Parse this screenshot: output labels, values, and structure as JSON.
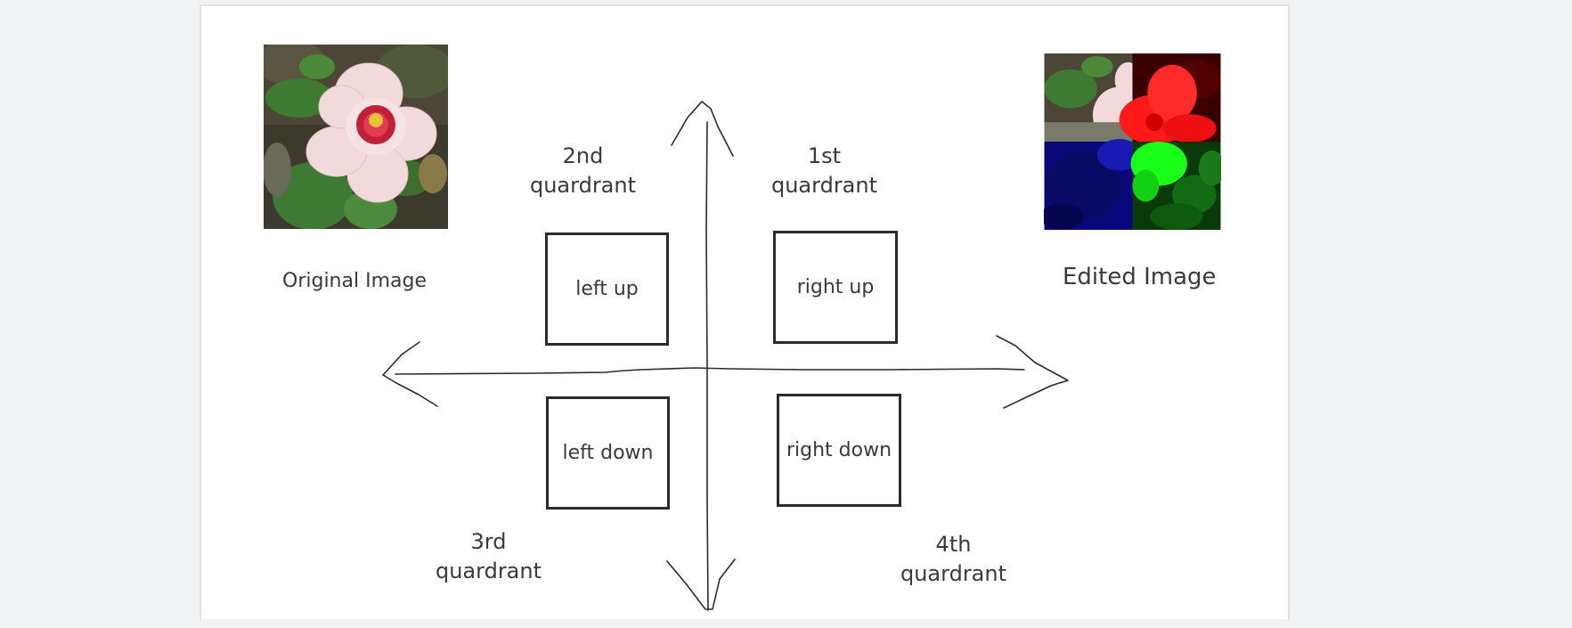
{
  "images": {
    "original": {
      "caption": "Original Image"
    },
    "edited": {
      "caption": "Edited Image"
    }
  },
  "quadrants": {
    "q1": {
      "label_line1": "1st",
      "label_line2": "quardrant",
      "box_label": "right up"
    },
    "q2": {
      "label_line1": "2nd",
      "label_line2": "quardrant",
      "box_label": "left up"
    },
    "q3": {
      "label_line1": "3rd",
      "label_line2": "quardrant",
      "box_label": "left down"
    },
    "q4": {
      "label_line1": "4th",
      "label_line2": "quardrant",
      "box_label": "right down"
    }
  },
  "colors": {
    "red_channel": "#ff1a1a",
    "green_channel": "#1aff1a",
    "blue_channel": "#1a1aff",
    "stroke": "#2b2b2b"
  }
}
